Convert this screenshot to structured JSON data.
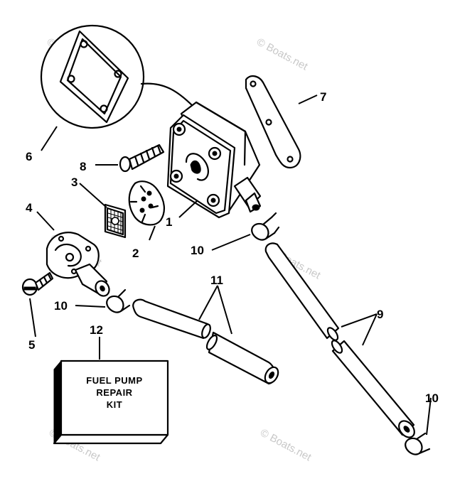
{
  "callouts": {
    "c1": "1",
    "c2": "2",
    "c3": "3",
    "c4": "4",
    "c5": "5",
    "c6": "6",
    "c7": "7",
    "c8": "8",
    "c9": "9",
    "c10a": "10",
    "c10b": "10",
    "c10c": "10",
    "c11": "11",
    "c12": "12"
  },
  "kit_box": {
    "line1": "FUEL PUMP",
    "line2": "REPAIR",
    "line3": "KIT"
  },
  "watermarks": {
    "w1": "© Boats.net",
    "w2": "© Boats.net",
    "w3": "© Boats.net",
    "w4": "© Boats.net",
    "w5": "© Boats.net",
    "w6": "© Boats.net"
  },
  "colors": {
    "ink": "#000000",
    "background": "#ffffff",
    "watermark": "#c8c8c8"
  }
}
